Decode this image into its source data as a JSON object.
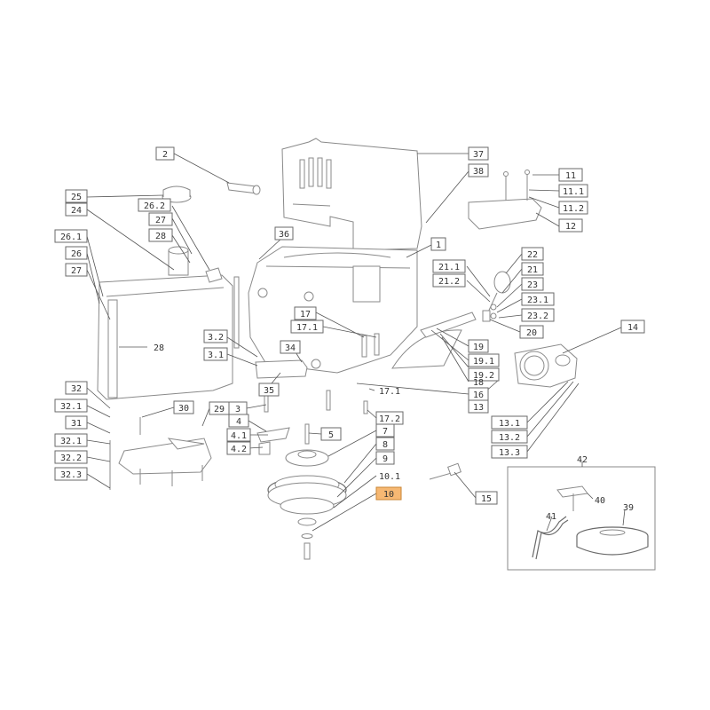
{
  "diagram": {
    "highlight_color": "#f6b873",
    "labels": {
      "l2": "2",
      "l37": "37",
      "l38": "38",
      "l11": "11",
      "l11_1": "11.1",
      "l11_2": "11.2",
      "l12": "12",
      "l25": "25",
      "l24": "24",
      "l26_2": "26.2",
      "l27a": "27",
      "l28a": "28",
      "l36": "36",
      "l1": "1",
      "l26_1": "26.1",
      "l26": "26",
      "l27b": "27",
      "l21_1": "21.1",
      "l21_2": "21.2",
      "l22": "22",
      "l21": "21",
      "l23": "23",
      "l23_1": "23.1",
      "l23_2": "23.2",
      "l20": "20",
      "l17": "17",
      "l17_1a": "17.1",
      "l14": "14",
      "l28b": "28",
      "l3_2": "3.2",
      "l3_1": "3.1",
      "l34": "34",
      "l19": "19",
      "l19_1": "19.1",
      "l19_2": "19.2",
      "l18": "18",
      "l16": "16",
      "l17_1b": "17.1",
      "l13": "13",
      "l35": "35",
      "l32": "32",
      "l32_1a": "32.1",
      "l31": "31",
      "l32_1b": "32.1",
      "l32_2": "32.2",
      "l32_3": "32.3",
      "l30": "30",
      "l29": "29",
      "l3": "3",
      "l4": "4",
      "l4_1": "4.1",
      "l4_2": "4.2",
      "l5": "5",
      "l17_2": "17.2",
      "l7": "7",
      "l8": "8",
      "l9": "9",
      "l10_1": "10.1",
      "l10": "10",
      "l15": "15",
      "l13_1": "13.1",
      "l13_2": "13.2",
      "l13_3": "13.3",
      "l42": "42",
      "l40": "40",
      "l41": "41",
      "l39": "39"
    }
  }
}
